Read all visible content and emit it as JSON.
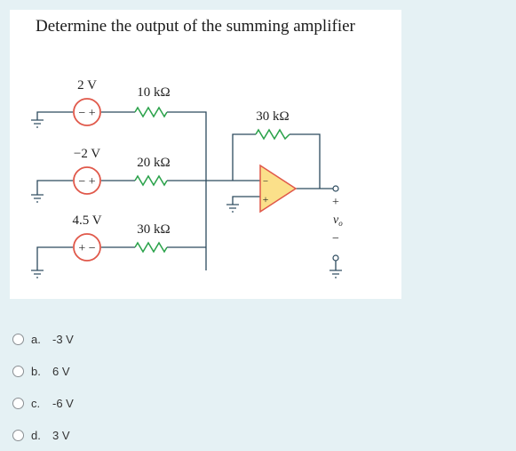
{
  "question": "Determine the output of the summing amplifier",
  "circuit": {
    "sources": [
      {
        "value": "2 V",
        "polarity": "− +"
      },
      {
        "value": "−2 V",
        "polarity": "− +"
      },
      {
        "value": "4.5 V",
        "polarity": "+ −"
      }
    ],
    "resistors": [
      "10 kΩ",
      "20 kΩ",
      "30 kΩ"
    ],
    "feedback": "30 kΩ",
    "output_label": "v",
    "output_subscript": "o",
    "opamp_plus": "+",
    "opamp_minus": "−",
    "terminal_plus": "+",
    "terminal_minus": "−"
  },
  "options": [
    {
      "letter": "a.",
      "text": "-3 V"
    },
    {
      "letter": "b.",
      "text": "6 V"
    },
    {
      "letter": "c.",
      "text": "-6 V"
    },
    {
      "letter": "d.",
      "text": "3 V"
    }
  ],
  "colors": {
    "wire": "#2c4a5e",
    "source": "#e0584a",
    "resistor": "#2aa24a",
    "opamp_border": "#e0584a",
    "opamp_fill": "#fbe08a"
  }
}
